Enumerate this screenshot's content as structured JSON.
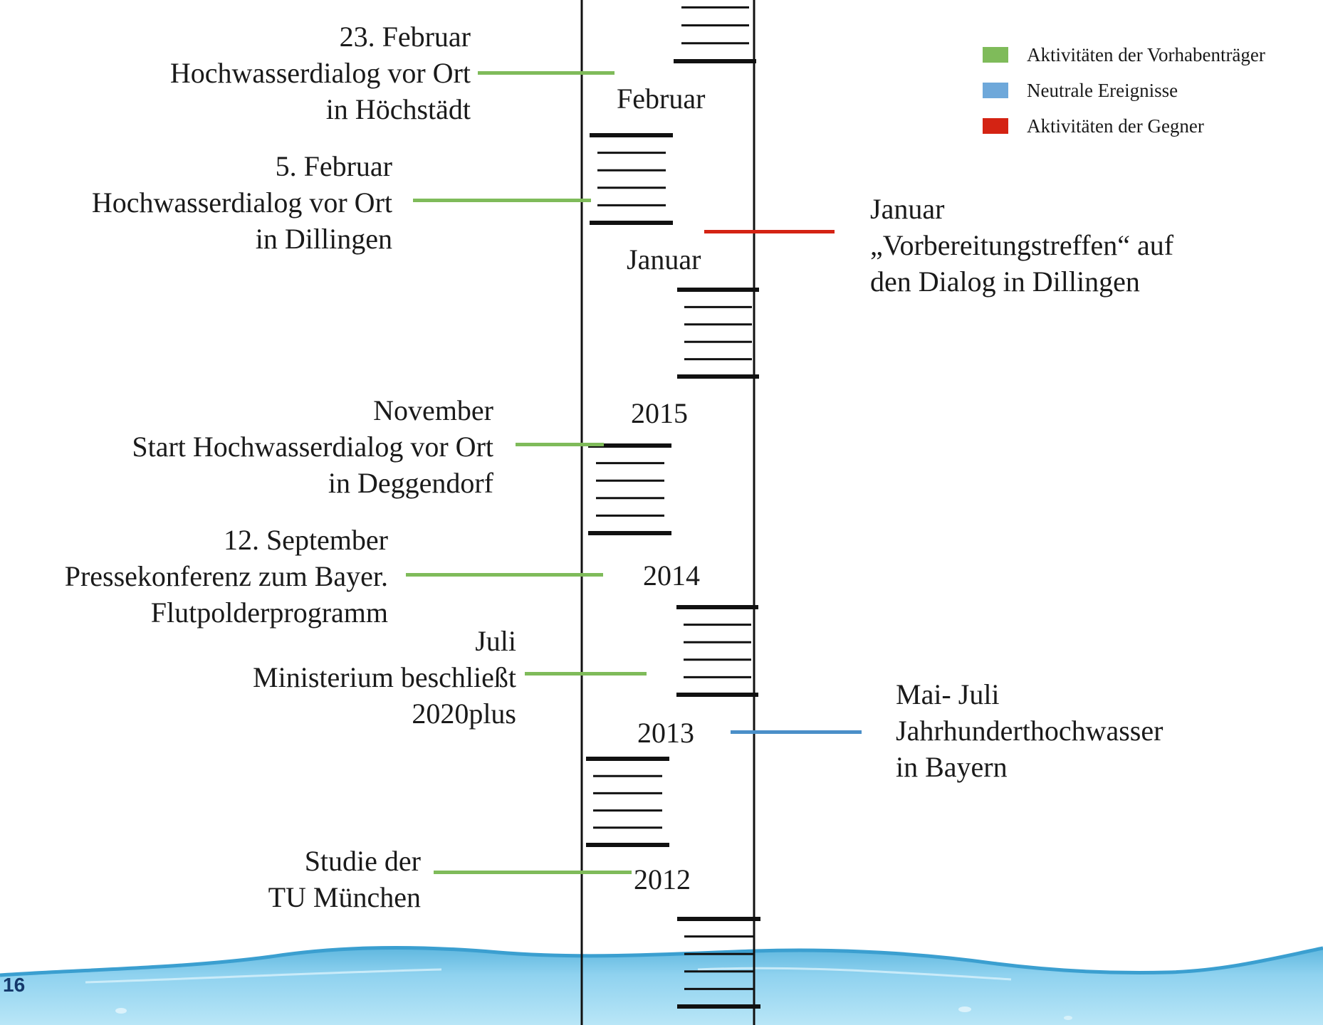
{
  "colors": {
    "proponent": "#7fbb5a",
    "neutral": "#4a8fc8",
    "opponent": "#d42313"
  },
  "legend": [
    {
      "label": "Aktivitäten der Vorhabenträger",
      "color": "#7fbb5a"
    },
    {
      "label": "Neutrale Ereignisse",
      "color": "#6ea8da"
    },
    {
      "label": "Aktivitäten der Gegner",
      "color": "#d42313"
    }
  ],
  "periods": {
    "feb": "Februar",
    "jan": "Januar",
    "y2015": "2015",
    "y2014": "2014",
    "y2013": "2013",
    "y2012": "2012"
  },
  "events": {
    "hoechstaedt": {
      "category": "proponent",
      "lines": [
        "23. Februar",
        "Hochwasserdialog vor Ort",
        "in Höchstädt"
      ]
    },
    "dillingen": {
      "category": "proponent",
      "lines": [
        "5. Februar",
        "Hochwasserdialog vor Ort",
        "in Dillingen"
      ]
    },
    "vorbereitung": {
      "category": "opponent",
      "lines": [
        "Januar",
        "„Vorbereitungstreffen“ auf",
        "den Dialog in Dillingen"
      ]
    },
    "deggendorf": {
      "category": "proponent",
      "lines": [
        "November",
        "Start Hochwasserdialog vor Ort",
        "in Deggendorf"
      ]
    },
    "presse": {
      "category": "proponent",
      "lines": [
        "12. September",
        "Pressekonferenz zum Bayer.",
        "Flutpolderprogramm"
      ]
    },
    "ministerium": {
      "category": "proponent",
      "lines": [
        "Juli",
        "Ministerium beschließt",
        "2020plus"
      ]
    },
    "hochwasser": {
      "category": "neutral",
      "lines": [
        "Mai- Juli",
        "Jahrhunderthochwasser",
        "in Bayern"
      ]
    },
    "studie": {
      "category": "proponent",
      "lines": [
        "Studie der",
        "TU München"
      ]
    }
  },
  "page_number": "16"
}
